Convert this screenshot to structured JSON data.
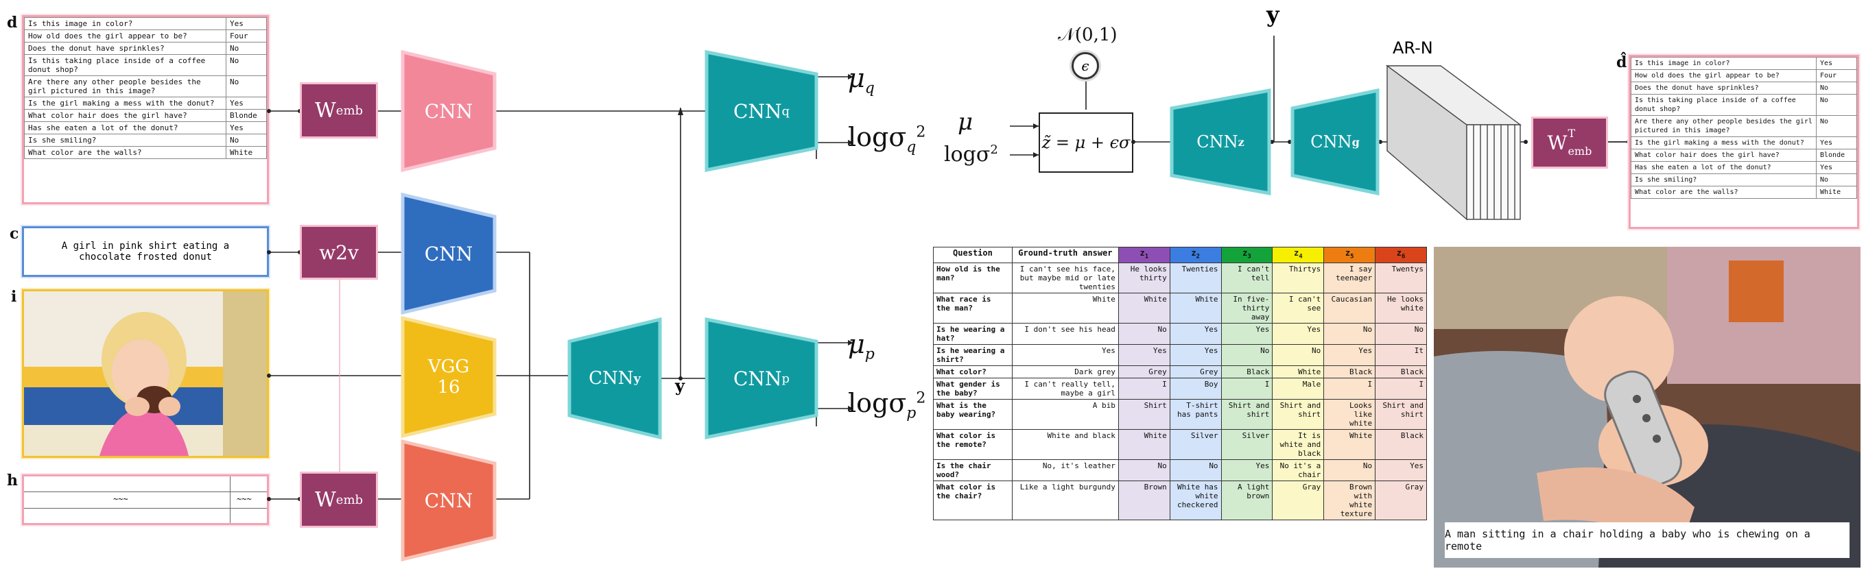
{
  "labels": {
    "d": "d",
    "c": "c",
    "i": "i",
    "h": "h",
    "y": "y",
    "y_top": "y",
    "d_hat": "d̂",
    "ar_n": "AR-N"
  },
  "dialog": [
    [
      "Is this image in color?",
      "Yes"
    ],
    [
      "How old does the girl appear to be?",
      "Four"
    ],
    [
      "Does the donut have sprinkles?",
      "No"
    ],
    [
      "Is this taking place inside of a coffee donut shop?",
      "No"
    ],
    [
      "Are there any other people besides the girl pictured in this image?",
      "No"
    ],
    [
      "Is the girl making a mess with the donut?",
      "Yes"
    ],
    [
      "What color hair does the girl have?",
      "Blonde"
    ],
    [
      "Has she eaten a lot of the donut?",
      "Yes"
    ],
    [
      "Is she smiling?",
      "No"
    ],
    [
      "What color are the walls?",
      "White"
    ]
  ],
  "caption_c": "A girl in pink shirt eating a chocolate frosted donut",
  "history": {
    "left": "~~~",
    "right": "~~~"
  },
  "blocks": {
    "w_emb": "W",
    "w_emb_sub": "emb",
    "w2v": "w2v",
    "cnn": "CNN",
    "vgg": "VGG 16",
    "cnn_q": "CNN",
    "cnn_q_sub": "q",
    "cnn_y": "CNN",
    "cnn_y_sub": "y",
    "cnn_p": "CNN",
    "cnn_p_sub": "p",
    "cnn_z": "CNN",
    "cnn_z_sub": "z",
    "cnn_g": "CNN",
    "cnn_g_sub": "g",
    "wt_emb": "W",
    "wt_emb_sup": "T",
    "wt_emb_sub": "emb"
  },
  "math": {
    "mu": "μ",
    "q": "q",
    "p": "p",
    "log_sigma": "logσ",
    "two": "2",
    "normal": "𝒩(0,1)",
    "eps": "ϵ",
    "reparam": "z̃ = μ + ϵσ",
    "mu_in": "μ",
    "logsig_in": "logσ"
  },
  "results": {
    "headers": [
      "Question",
      "Ground-truth answer",
      "z1",
      "z2",
      "z3",
      "z4",
      "z5",
      "z6"
    ],
    "header_colors": [
      "#8e4fb5",
      "#3b7de0",
      "#14a33a",
      "#f6f000",
      "#ee7d11",
      "#d9441a"
    ],
    "cell_colors": [
      "#e6dff0",
      "#d3e3fa",
      "#d2ebcf",
      "#fbf7c7",
      "#fbe3cc",
      "#f6ddd7"
    ],
    "rows": [
      [
        "How old is the man?",
        "I can't see his face, but maybe mid or late twenties",
        "He looks thirty",
        "Twenties",
        "I can't tell",
        "Thirtys",
        "I say teenager",
        "Twentys"
      ],
      [
        "What race is the man?",
        "White",
        "White",
        "White",
        "In five-thirty away",
        "I can't see",
        "Caucasian",
        "He looks white"
      ],
      [
        "Is he wearing a hat?",
        "I don't see his head",
        "No",
        "Yes",
        "Yes",
        "Yes",
        "No",
        "No"
      ],
      [
        "Is he wearing a shirt?",
        "Yes",
        "Yes",
        "Yes",
        "No",
        "No",
        "Yes",
        "It"
      ],
      [
        "What color?",
        "Dark grey",
        "Grey",
        "Grey",
        "Black",
        "White",
        "Black",
        "Black"
      ],
      [
        "What gender is the baby?",
        "I can't really tell, maybe a girl",
        "I",
        "Boy",
        "I",
        "Male",
        "I",
        "I"
      ],
      [
        "What is the baby wearing?",
        "A bib",
        "Shirt",
        "T-shirt has pants",
        "Shirt and shirt",
        "Shirt and shirt",
        "Looks like white",
        "Shirt and shirt"
      ],
      [
        "What color is the remote?",
        "White and black",
        "White",
        "Silver",
        "Silver",
        "It is white and black",
        "White",
        "Black"
      ],
      [
        "Is the chair wood?",
        "No, it's leather",
        "No",
        "No",
        "Yes",
        "No it's a chair",
        "No",
        "Yes"
      ],
      [
        "What color is the chair?",
        "Like a light burgundy",
        "Brown",
        "White has white checkered",
        "A light brown",
        "Gray",
        "Brown with white texture",
        "Gray"
      ]
    ]
  },
  "photo_caption": "A man sitting in a chair holding a baby who is chewing on a remote",
  "colors": {
    "pink": "#f2879a",
    "pink_border": "#fbc3cf",
    "maroon": "#963a68",
    "teal": "#0f9aa0",
    "teal_border": "#7fd6d8",
    "blue": "#2f6dbf",
    "yellow": "#f1bc18",
    "orange": "#ec6a52"
  }
}
